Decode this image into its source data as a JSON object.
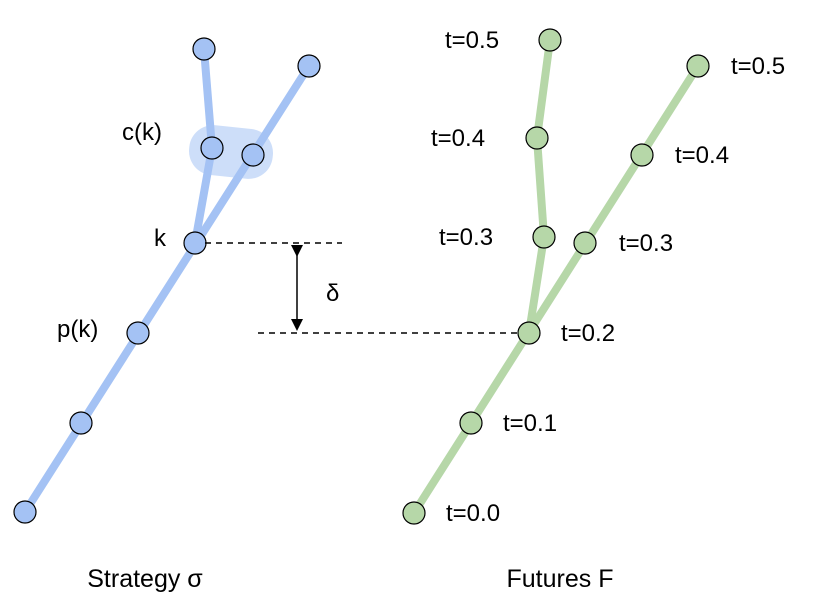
{
  "strategy": {
    "title": "Strategy σ",
    "label_children": "c(k)",
    "label_node": "k",
    "label_parent": "p(k)",
    "color": "#a4c2f4"
  },
  "delta": {
    "symbol": "δ"
  },
  "futures": {
    "title": "Futures F",
    "color": "#b6d7a8",
    "labels": [
      "t=0.0",
      "t=0.1",
      "t=0.2",
      "t=0.3",
      "t=0.3",
      "t=0.4",
      "t=0.4",
      "t=0.5",
      "t=0.5"
    ]
  },
  "icons": {
    "strategy_node": "circle-node",
    "future_node": "circle-node"
  }
}
